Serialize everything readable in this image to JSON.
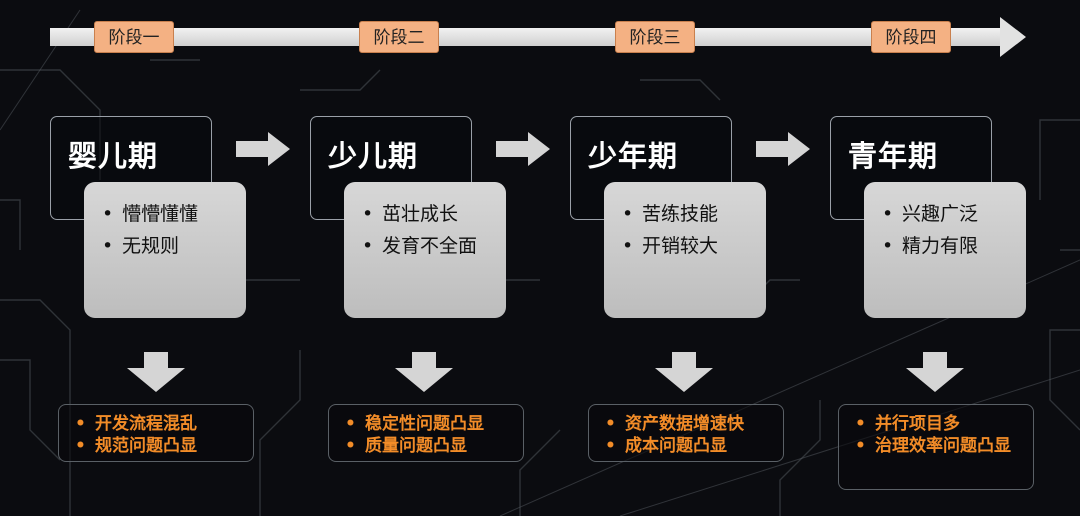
{
  "stages": [
    "阶段一",
    "阶段二",
    "阶段三",
    "阶段四"
  ],
  "phases": [
    {
      "title": "婴儿期",
      "traits": [
        "懵懵懂懂",
        "无规则"
      ],
      "issues": [
        "开发流程混乱",
        "规范问题凸显"
      ]
    },
    {
      "title": "少儿期",
      "traits": [
        "茁壮成长",
        "发育不全面"
      ],
      "issues": [
        "稳定性问题凸显",
        "质量问题凸显"
      ]
    },
    {
      "title": "少年期",
      "traits": [
        "苦练技能",
        "开销较大"
      ],
      "issues": [
        "资产数据增速快",
        "成本问题凸显"
      ]
    },
    {
      "title": "青年期",
      "traits": [
        "兴趣广泛",
        "精力有限"
      ],
      "issues": [
        "并行项目多",
        "治理效率问题凸显"
      ]
    }
  ],
  "colors": {
    "background": "#0b0c10",
    "stage_tag": "#f4b183",
    "trait_card": "#cfcfcf",
    "issue_text": "#f28c28",
    "arrow": "#d5d5d5"
  },
  "icons": [
    "right-arrow-icon",
    "down-arrow-icon"
  ]
}
